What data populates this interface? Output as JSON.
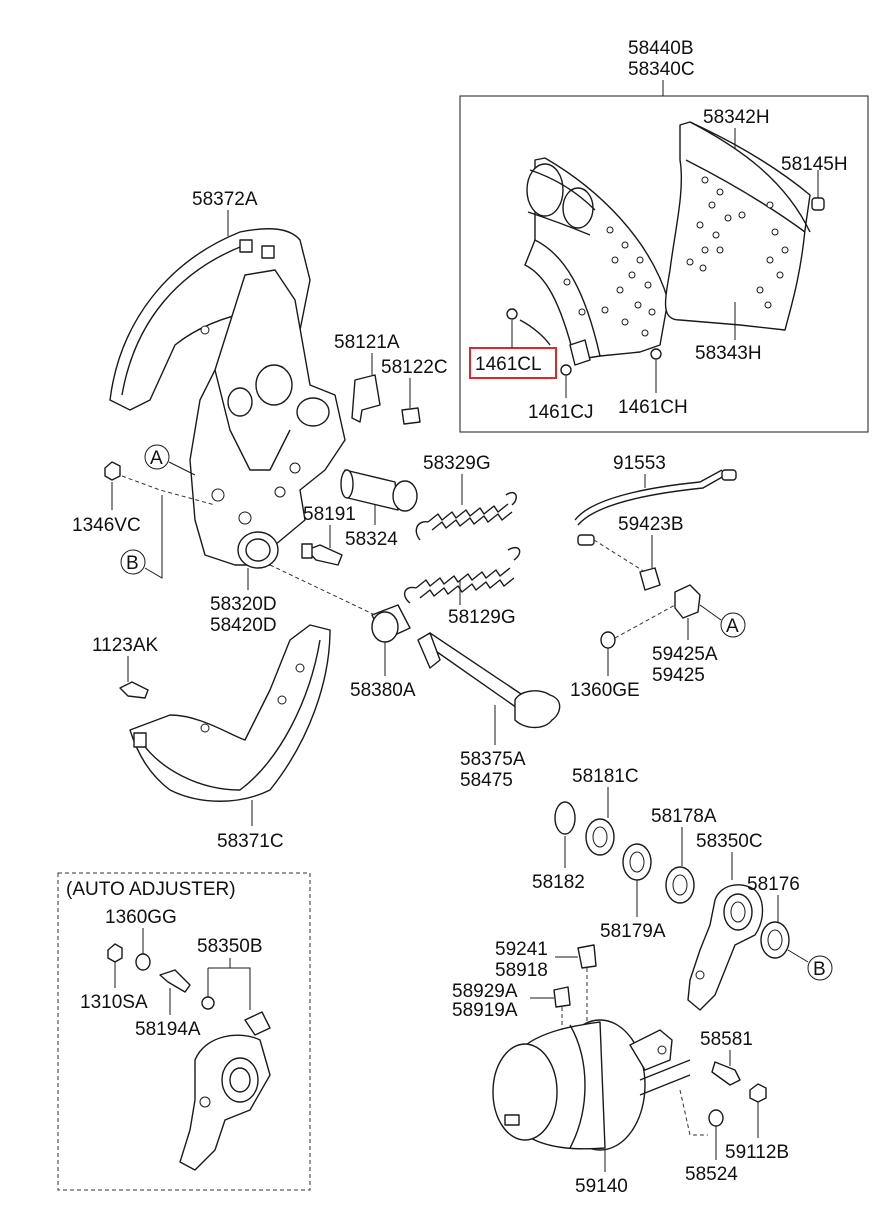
{
  "diagram": {
    "parts": {
      "p58440B": "58440B",
      "p58340C": "58340C",
      "p58342H": "58342H",
      "p58145H": "58145H",
      "p58343H": "58343H",
      "p1461CL": "1461CL",
      "p1461CJ": "1461CJ",
      "p1461CH": "1461CH",
      "p58372A": "58372A",
      "p58121A": "58121A",
      "p58122C": "58122C",
      "p58329G": "58329G",
      "p1346VC": "1346VC",
      "p58191": "58191",
      "p58324": "58324",
      "p58320D": "58320D",
      "p58420D": "58420D",
      "p58129G": "58129G",
      "p91553": "91553",
      "p59423B": "59423B",
      "p59425A": "59425A",
      "p59425": "59425",
      "p1360GE": "1360GE",
      "p1123AK": "1123AK",
      "p58380A": "58380A",
      "p58375A": "58375A",
      "p58475": "58475",
      "p58371C": "58371C",
      "p58181C": "58181C",
      "p58178A": "58178A",
      "p58350C": "58350C",
      "p58182": "58182",
      "p58179A": "58179A",
      "p58176": "58176",
      "p1360GG": "1360GG",
      "p58350B": "58350B",
      "p1310SA": "1310SA",
      "p58194A": "58194A",
      "p59241": "59241",
      "p58918": "58918",
      "p58929A": "58929A",
      "p58919A": "58919A",
      "p58581": "58581",
      "p59112B": "59112B",
      "p58524": "58524",
      "p59140": "59140"
    },
    "refs": {
      "A": "A",
      "B": "B"
    },
    "auto_adjuster_title": "(AUTO ADJUSTER)",
    "colors": {
      "highlight": "#e0262a",
      "line": "#1a1a1a"
    }
  }
}
